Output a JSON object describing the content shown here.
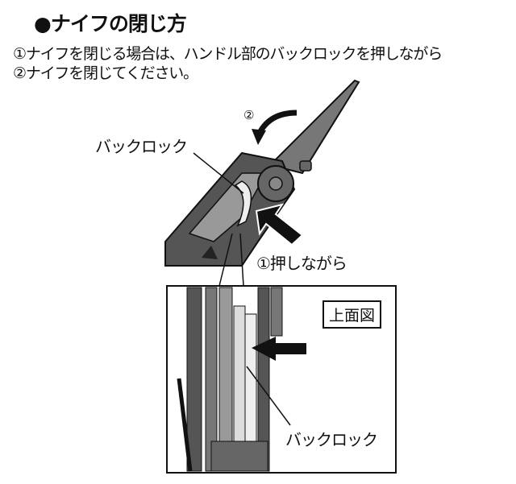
{
  "title": "●ナイフの閉じ方",
  "instructions": [
    "①ナイフを閉じる場合は、ハンドル部のバックロックを押しながら",
    "②ナイフを閉じてください。"
  ],
  "figure": {
    "step2_label": "②",
    "backlock_label": "バックロック",
    "push_label": "①押しながら",
    "inset_title": "上面図",
    "inset_backlock_label": "バックロック"
  }
}
